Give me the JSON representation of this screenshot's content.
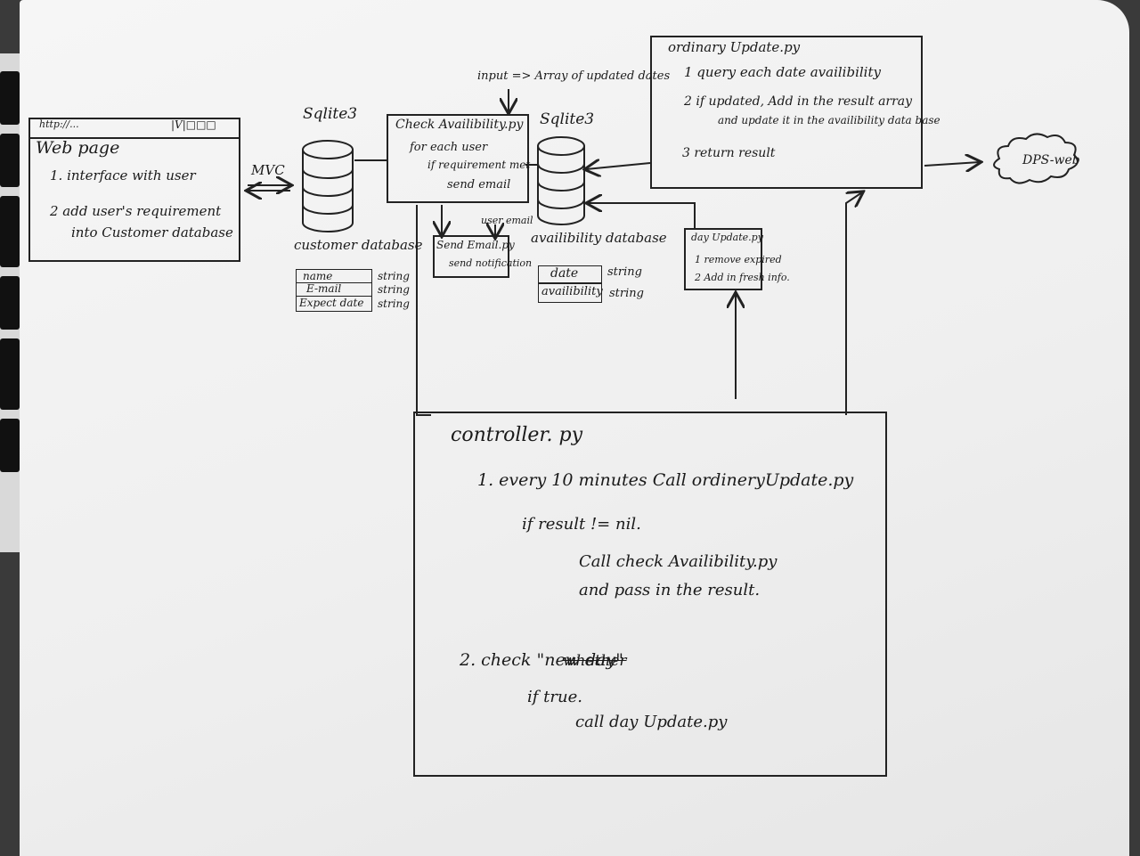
{
  "webpage": {
    "url": "http://...",
    "controls": "|V|□□□",
    "title": "Web page",
    "items": [
      "1. interface with user",
      "2 add user's requirement",
      "into Customer database"
    ]
  },
  "mvc_label": "MVC",
  "customer_db": {
    "engine": "Sqlite3",
    "label": "customer database",
    "fields": [
      "name",
      "E-mail",
      "Expect date"
    ],
    "types": [
      "string",
      "string",
      "string"
    ]
  },
  "check_availability": {
    "title": "Check Availibility.py",
    "input_note": "input => Array of updated dates",
    "lines": [
      "for each user",
      "if requirement met",
      "send email"
    ]
  },
  "availability_db": {
    "engine": "Sqlite3",
    "label": "availibility database",
    "fields": [
      "date",
      "availibility"
    ],
    "types": [
      "string",
      "string"
    ]
  },
  "send_email": {
    "title": "Send Email.py",
    "line": "send notification",
    "arrow_label": "user email"
  },
  "ordinary_update": {
    "title": "ordinary Update.py",
    "steps": [
      "1 query each date availibility",
      "2 if updated, Add in the result array",
      "and update it in the availibility data base",
      "3 return result"
    ]
  },
  "dps_web": "DPS-web",
  "day_update": {
    "title": "day Update.py",
    "steps": [
      "1 remove expired",
      "2 Add in fresh info."
    ]
  },
  "controller": {
    "title": "controller. py",
    "lines": [
      "1. every 10 minutes Call ordineryUpdate.py",
      "if result != nil.",
      "Call check Availibility.py",
      "and pass in the result.",
      "2. check \"new day\"",
      "if true.",
      "call day Update.py"
    ],
    "struck_word": "whether"
  },
  "colors": {
    "ink": "#1a1a1a",
    "paper": "#f3f3f3"
  }
}
